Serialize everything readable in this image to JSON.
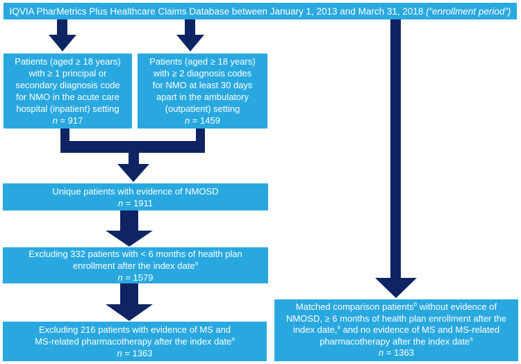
{
  "colors": {
    "box_fill": "#29A8DF",
    "arrow_navy": "#0E2463",
    "text": "#FFFFFF"
  },
  "banner": {
    "text_regular": "IQVIA PharMetrics Plus Healthcare Claims Database between January 1, 2013 and March 31, 2018 ",
    "text_italic": "(“enrollment period”)"
  },
  "boxes": {
    "inpatient": {
      "lines": [
        "Patients (aged ≥ 18 years)",
        "with ≥ 1 principal or",
        "secondary diagnosis code",
        "for NMO in the acute care",
        "hospital (inpatient) setting"
      ],
      "n_italic": "n",
      "n_value": " = 917"
    },
    "outpatient": {
      "lines": [
        "Patients (aged ≥ 18 years)",
        "with ≥ 2 diagnosis codes",
        "for NMO at least 30 days",
        "apart in the ambulatory",
        "(outpatient) setting"
      ],
      "n_italic": "n",
      "n_value": " = 1459"
    },
    "unique": {
      "line1": "Unique patients with evidence of NMOSD",
      "n_italic": "n",
      "n_value": " = 1911"
    },
    "excl_enrollment": {
      "line1": "Excluding 332 patients with < 6 months of health plan",
      "line2": "enrollment after the index date",
      "line2_sup": "a",
      "n_italic": "n",
      "n_value": " = 1579"
    },
    "excl_ms": {
      "line1": "Excluding 216 patients with evidence of MS and",
      "line2": "MS-related pharmacotherapy after the index date",
      "line2_sup": "a",
      "n_italic": "n",
      "n_value": " = 1363"
    },
    "matched": {
      "line1a": "Matched comparison patients",
      "line1_sup": "b",
      "line1b": " without evidence of",
      "line2": "NMOSD, ≥ 6 months of health plan enrollment after the",
      "line3a": "index date,",
      "line3_sup": "a",
      "line3b": " and no evidence of MS and MS-related",
      "line4": "pharmacotherapy after the index date",
      "line4_sup": "a",
      "n_italic": "n",
      "n_value": " = 1363"
    }
  }
}
